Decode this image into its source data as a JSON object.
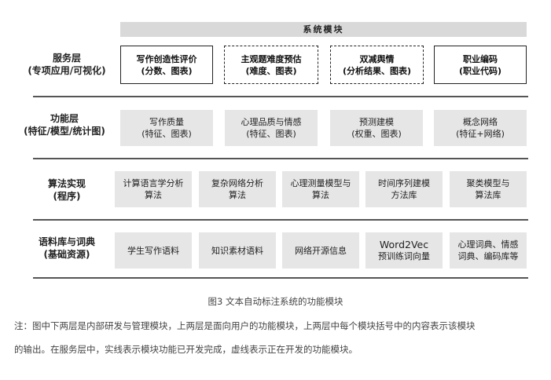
{
  "banner": "系统模块",
  "layers": [
    {
      "name": "服务层",
      "sub": "(专项应用/可视化)"
    },
    {
      "name": "功能层",
      "sub": "(特征/模型/统计图)"
    },
    {
      "name": "算法实现",
      "sub": "(程序)"
    },
    {
      "name": "语料库与词典",
      "sub": "(基础资源)"
    }
  ],
  "service": [
    {
      "l1": "写作创造性评价",
      "l2": "(分数、图表)",
      "style": "solid"
    },
    {
      "l1": "主观题难度预估",
      "l2": "(难度、图表)",
      "style": "dashed"
    },
    {
      "l1": "双减舆情",
      "l2": "(分析结果、图表)",
      "style": "dashed"
    },
    {
      "l1": "职业编码",
      "l2": "(职业代码)",
      "style": "solid"
    }
  ],
  "function": [
    {
      "l1": "写作质量",
      "l2": "(特征、图表)"
    },
    {
      "l1": "心理品质与情感",
      "l2": "(特征、图表)"
    },
    {
      "l1": "预测建模",
      "l2": "(权重、图表)"
    },
    {
      "l1": "概念网络",
      "l2": "(特征+网络)"
    }
  ],
  "algorithm": [
    {
      "l1": "计算语言学分析",
      "l2": "算法"
    },
    {
      "l1": "复杂网络分析",
      "l2": "算法"
    },
    {
      "l1": "心理测量模型与",
      "l2": "算法"
    },
    {
      "l1": "时间序列建模",
      "l2": "方法库"
    },
    {
      "l1": "聚类模型与",
      "l2": "算法库"
    }
  ],
  "corpus": [
    {
      "l1": "学生写作语料",
      "l2": ""
    },
    {
      "l1": "知识素材语料",
      "l2": ""
    },
    {
      "l1": "网络开源信息",
      "l2": ""
    },
    {
      "l1": "Word2Vec",
      "l2": "预训练词向量"
    },
    {
      "l1": "心理词典、情感",
      "l2": "词典、编码库等"
    }
  ],
  "caption": "图3 文本自动标注系统的功能模块",
  "note_line1": "注：图中下两层是内部研发与管理模块，上两层是面向用户的功能模块，上两层中每个模块括号中的内容表示该模块",
  "note_line2": "的输出。在服务层中，实线表示模块功能已开发完成，虚线表示正在开发的功能模块。"
}
